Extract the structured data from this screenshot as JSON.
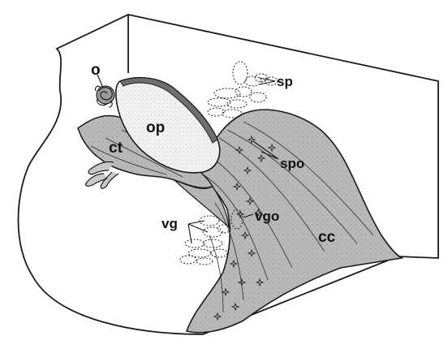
{
  "labels": {
    "o": "o",
    "op": "op",
    "ct": "ct",
    "sp": "sp",
    "spo": "spo",
    "vg": "vg",
    "vgo": "vgo",
    "cc": "cc"
  },
  "colors": {
    "outline": "#1a1a1a",
    "tissue_fill": "#b9b9b9",
    "op_fill": "#f1f1f1",
    "background": "#ffffff"
  }
}
